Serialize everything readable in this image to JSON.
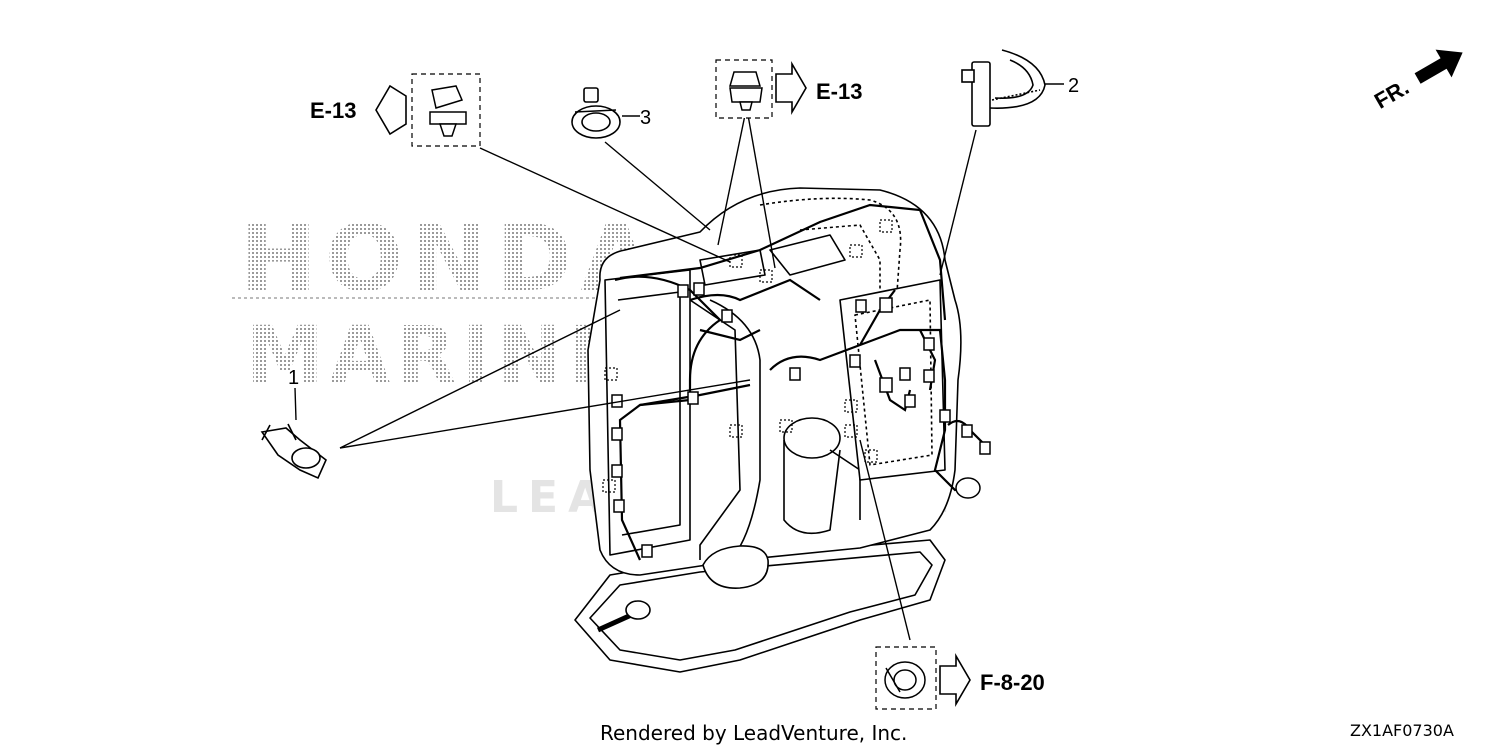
{
  "refs": {
    "e13_left": "E-13",
    "e13_right": "E-13",
    "f820": "F-8-20"
  },
  "parts": {
    "p1": "1",
    "p2": "2",
    "p3": "3"
  },
  "direction": "FR.",
  "watermark": {
    "line1": "HONDA",
    "line2": "MARINE",
    "line3": "LEADVENTURE"
  },
  "footer": {
    "credit": "Rendered by LeadVenture, Inc.",
    "code": "ZX1AF0730A"
  }
}
